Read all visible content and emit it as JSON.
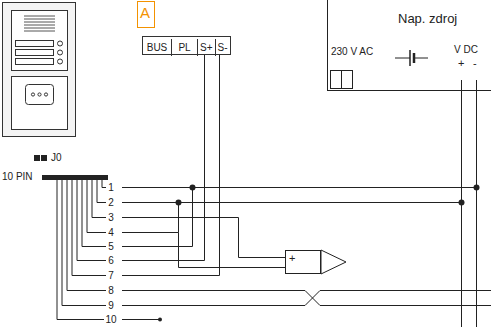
{
  "diagram": {
    "nodes": [
      {
        "text": [
          "Nap. zdroj",
          "230 V AC",
          "V DC",
          "+",
          "-"
        ]
      },
      {
        "text": [
          "BUS",
          "PL",
          "S+",
          "S-"
        ]
      },
      {
        "text": [
          "+"
        ]
      }
    ],
    "labels": [
      "A",
      "J0",
      "10 PIN",
      "1",
      "2",
      "3",
      "4",
      "5",
      "6",
      "7",
      "8",
      "9",
      "10"
    ]
  }
}
